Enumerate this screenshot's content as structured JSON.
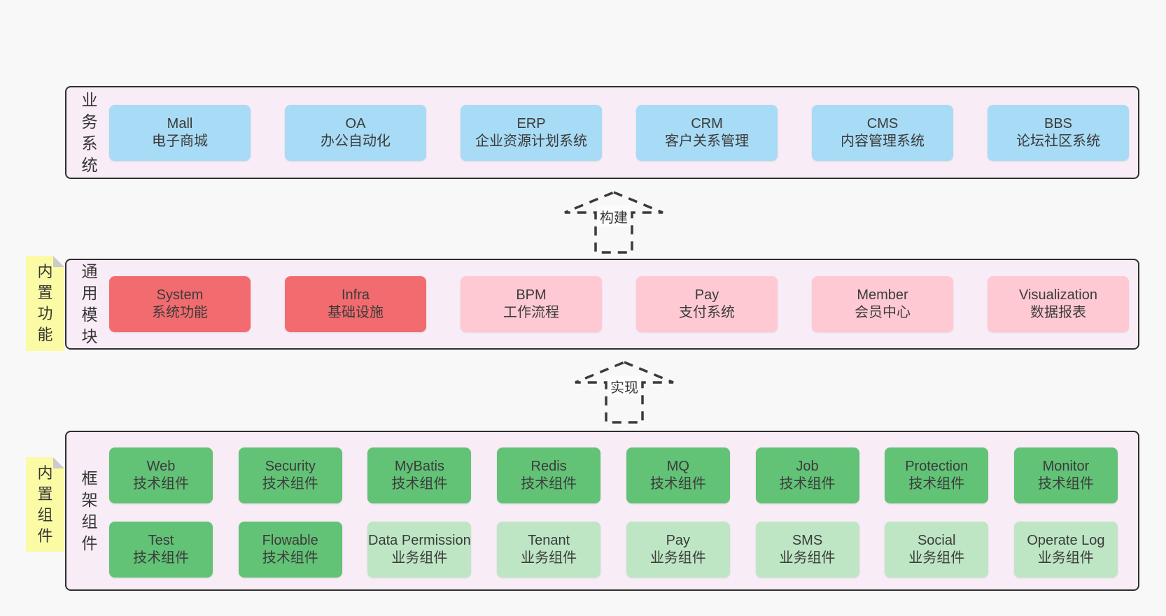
{
  "layers": {
    "business": {
      "label": "业务系统",
      "boxes": [
        {
          "name": "Mall",
          "desc": "电子商城"
        },
        {
          "name": "OA",
          "desc": "办公自动化"
        },
        {
          "name": "ERP",
          "desc": "企业资源计划系统"
        },
        {
          "name": "CRM",
          "desc": "客户关系管理"
        },
        {
          "name": "CMS",
          "desc": "内容管理系统"
        },
        {
          "name": "BBS",
          "desc": "论坛社区系统"
        }
      ]
    },
    "modules": {
      "label": "通用模块",
      "note": "内置功能",
      "boxes": [
        {
          "name": "System",
          "desc": "系统功能"
        },
        {
          "name": "Infra",
          "desc": "基础设施"
        },
        {
          "name": "BPM",
          "desc": "工作流程"
        },
        {
          "name": "Pay",
          "desc": "支付系统"
        },
        {
          "name": "Member",
          "desc": "会员中心"
        },
        {
          "name": "Visualization",
          "desc": "数据报表"
        }
      ]
    },
    "components": {
      "label": "框架组件",
      "note": "内置组件",
      "row1": [
        {
          "name": "Web",
          "desc": "技术组件"
        },
        {
          "name": "Security",
          "desc": "技术组件"
        },
        {
          "name": "MyBatis",
          "desc": "技术组件"
        },
        {
          "name": "Redis",
          "desc": "技术组件"
        },
        {
          "name": "MQ",
          "desc": "技术组件"
        },
        {
          "name": "Job",
          "desc": "技术组件"
        },
        {
          "name": "Protection",
          "desc": "技术组件"
        },
        {
          "name": "Monitor",
          "desc": "技术组件"
        }
      ],
      "row2": [
        {
          "name": "Test",
          "desc": "技术组件"
        },
        {
          "name": "Flowable",
          "desc": "技术组件"
        },
        {
          "name": "Data Permission",
          "desc": "业务组件"
        },
        {
          "name": "Tenant",
          "desc": "业务组件"
        },
        {
          "name": "Pay",
          "desc": "业务组件"
        },
        {
          "name": "SMS",
          "desc": "业务组件"
        },
        {
          "name": "Social",
          "desc": "业务组件"
        },
        {
          "name": "Operate Log",
          "desc": "业务组件"
        }
      ]
    }
  },
  "arrows": {
    "build": "构建",
    "implement": "实现"
  },
  "colors": {
    "page_bg": "#f8f8f8",
    "layer_bg": "#f8ecf6",
    "layer_border": "#2f2f2f",
    "business_box": "#a8dbf5",
    "module_core_box": "#f26b6e",
    "module_ext_box": "#fec9d2",
    "tech_box": "#62c276",
    "biz_box": "#bee6c4",
    "note_bg": "#fbfba5",
    "note_fold": "#cbcbcb",
    "text": "#3b3b3b"
  }
}
